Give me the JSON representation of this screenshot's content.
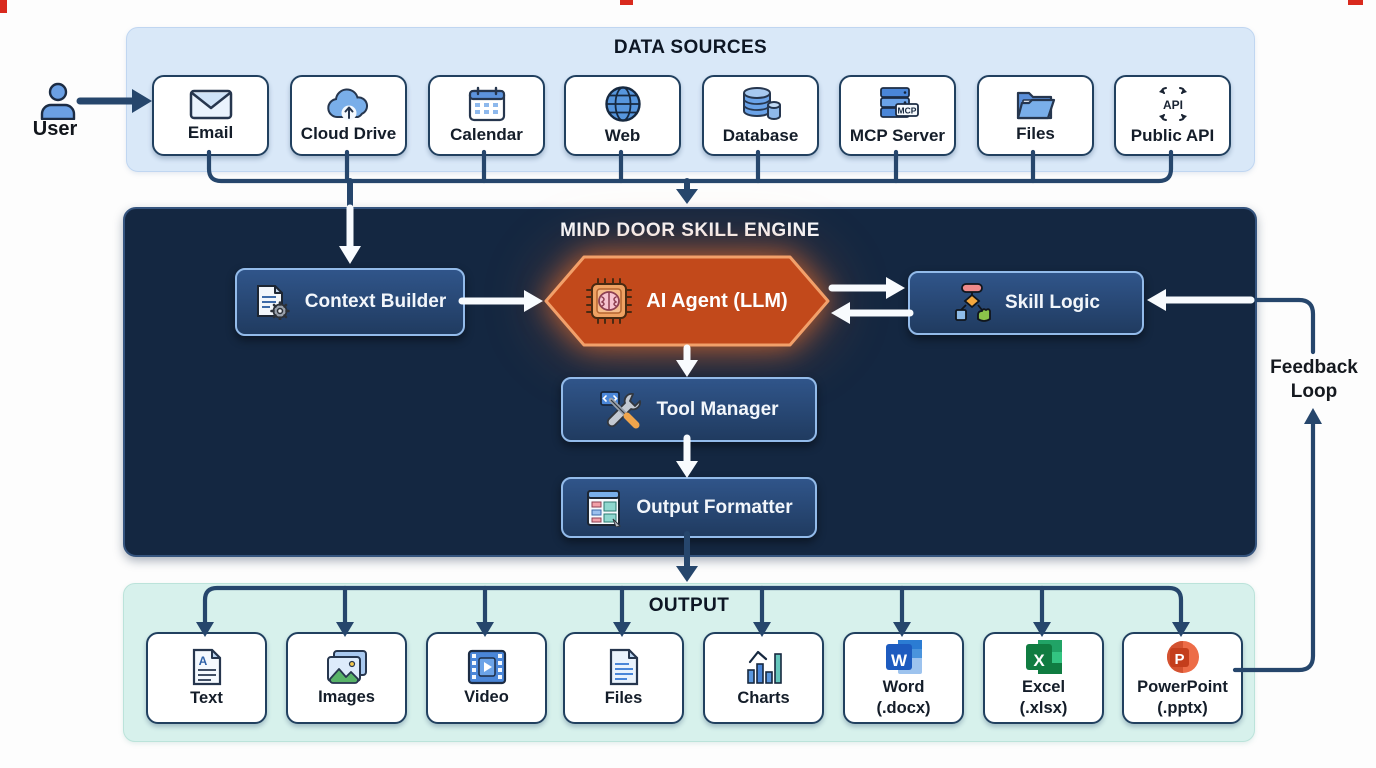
{
  "user": {
    "label": "User"
  },
  "feedback": {
    "line1": "Feedback",
    "line2": "Loop"
  },
  "data_sources": {
    "title": "DATA SOURCES",
    "items": [
      {
        "label": "Email",
        "icon": "email-icon"
      },
      {
        "label": "Cloud Drive",
        "icon": "cloud-drive-icon"
      },
      {
        "label": "Calendar",
        "icon": "calendar-icon"
      },
      {
        "label": "Web",
        "icon": "web-icon"
      },
      {
        "label": "Database",
        "icon": "database-icon"
      },
      {
        "label": "MCP Server",
        "icon": "mcp-server-icon"
      },
      {
        "label": "Files",
        "icon": "folder-icon"
      },
      {
        "label": "Public API",
        "icon": "public-api-icon"
      }
    ]
  },
  "engine": {
    "title": "MIND DOOR SKILL ENGINE",
    "nodes": {
      "context_builder": {
        "label": "Context Builder"
      },
      "ai_agent": {
        "label": "AI Agent (LLM)"
      },
      "skill_logic": {
        "label": "Skill Logic"
      },
      "tool_manager": {
        "label": "Tool Manager"
      },
      "output_formatter": {
        "label": "Output Formatter"
      }
    }
  },
  "output": {
    "title": "OUTPUT",
    "items": [
      {
        "label": "Text",
        "icon": "text-doc-icon"
      },
      {
        "label": "Images",
        "icon": "images-icon"
      },
      {
        "label": "Video",
        "icon": "video-icon"
      },
      {
        "label": "Files",
        "icon": "file-doc-icon"
      },
      {
        "label": "Charts",
        "icon": "charts-icon"
      },
      {
        "label": "Word",
        "sublabel": "(.docx)",
        "icon": "word-icon",
        "icon_letter": "W"
      },
      {
        "label": "Excel",
        "sublabel": "(.xlsx)",
        "icon": "excel-icon",
        "icon_letter": "X"
      },
      {
        "label": "PowerPoint",
        "sublabel": "(.pptx)",
        "icon": "powerpoint-icon",
        "icon_letter": "P"
      }
    ]
  },
  "icon_text": {
    "mcp_badge": "MCP",
    "api_label": "API",
    "text_doc_letter": "A"
  },
  "colors": {
    "data_sources_panel": "#d9e8f8",
    "engine_panel": "#142741",
    "output_panel": "#d7f1ec",
    "agent_hexagon_fill": "#c2491b",
    "agent_hexagon_border": "#f2a06a",
    "node_fill": "#2a4a78",
    "node_border": "#93bbea",
    "dark_arrow": "#26466c",
    "white_arrow": "#f8fbfe",
    "card_border": "#21405f"
  }
}
